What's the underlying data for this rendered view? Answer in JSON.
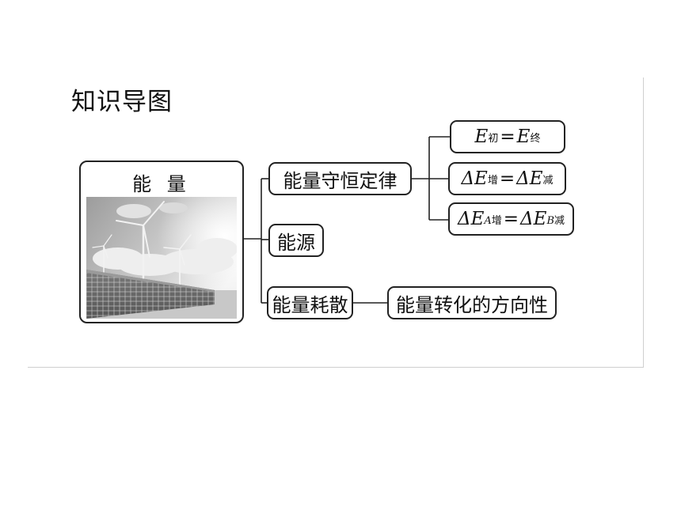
{
  "title": "知识导图",
  "root": {
    "label": "能 量"
  },
  "branches": {
    "conservation": "能量守恒定律",
    "source": "能源",
    "dissipation": "能量耗散",
    "direction": "能量转化的方向性"
  },
  "formulas": {
    "f1": {
      "lhs_var": "E",
      "lhs_sub": "初",
      "rhs_var": "E",
      "rhs_sub": "终"
    },
    "f2": {
      "lhs_var": "ΔE",
      "lhs_sub": "增",
      "rhs_var": "ΔE",
      "rhs_sub": "减"
    },
    "f3": {
      "lhs_var": "ΔE",
      "lhs_sub_var": "A",
      "lhs_sub": "增",
      "rhs_var": "ΔE",
      "rhs_sub_var": "B",
      "rhs_sub": "减"
    }
  },
  "icons": {
    "photo": "wind-turbines-solar-panels-photo"
  },
  "colors": {
    "border": "#222222",
    "frame": "#cfcfcf"
  }
}
